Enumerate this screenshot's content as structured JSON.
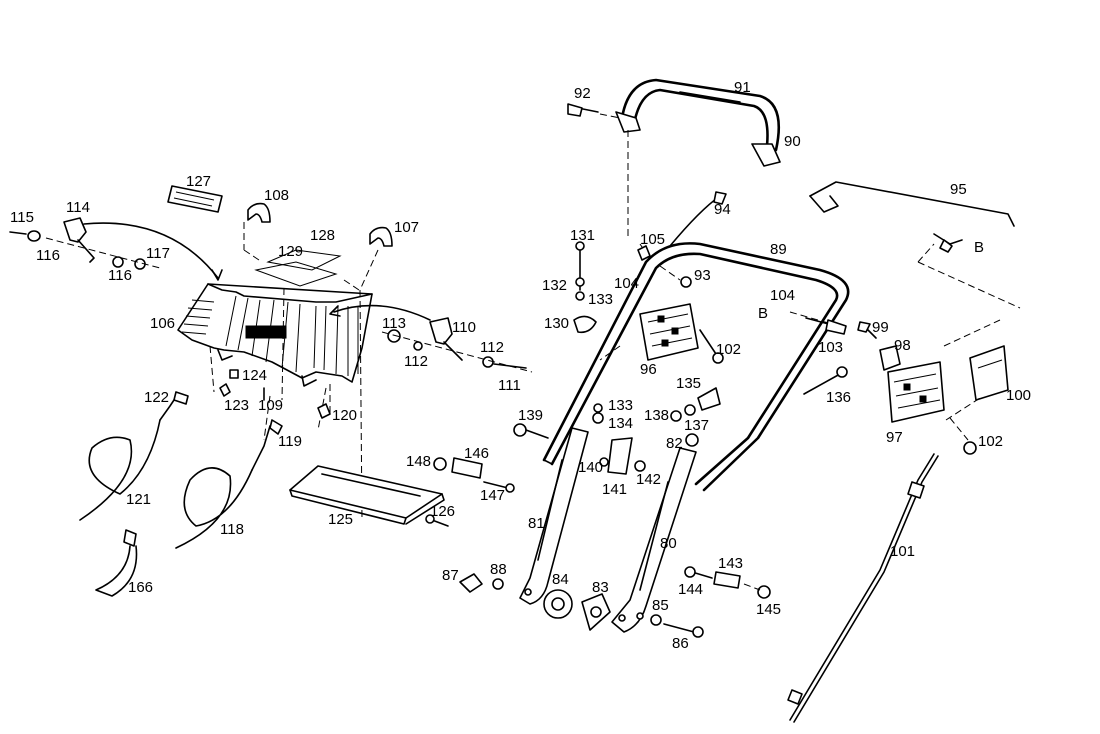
{
  "diagram": {
    "part_labels": [
      "91",
      "92",
      "90",
      "94",
      "95",
      "B",
      "89",
      "105",
      "104",
      "93",
      "131",
      "132",
      "133",
      "130",
      "102",
      "96",
      "103",
      "99",
      "104",
      "B",
      "98",
      "135",
      "136",
      "100",
      "137",
      "138",
      "97",
      "102",
      "133",
      "134",
      "139",
      "82",
      "140",
      "142",
      "141",
      "148",
      "146",
      "147",
      "81",
      "80",
      "143",
      "87",
      "88",
      "84",
      "83",
      "144",
      "145",
      "85",
      "86",
      "101",
      "115",
      "114",
      "116",
      "116",
      "117",
      "127",
      "108",
      "128",
      "129",
      "107",
      "106",
      "113",
      "110",
      "112",
      "112",
      "111",
      "124",
      "123",
      "109",
      "122",
      "120",
      "119",
      "121",
      "118",
      "125",
      "126",
      "166"
    ]
  }
}
